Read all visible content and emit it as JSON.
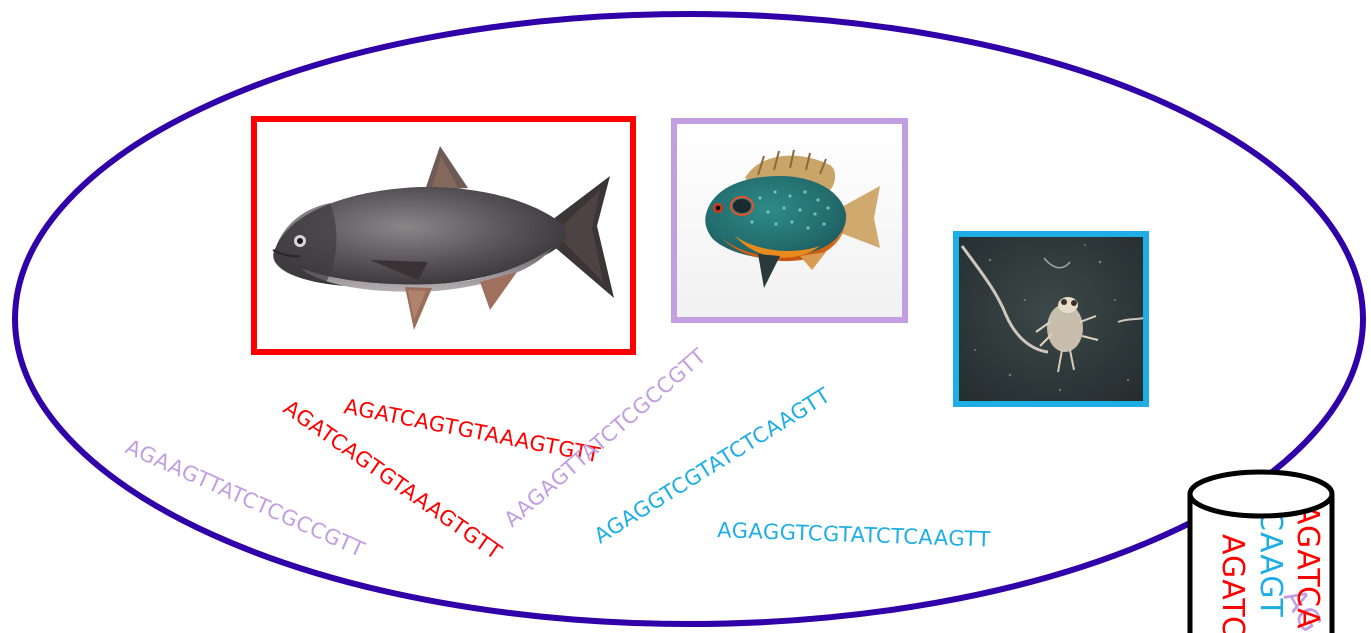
{
  "colors": {
    "ellipse": "#3000a8",
    "carp": "#ff0000",
    "sunfish": "#c19fe0",
    "zooplankton": "#1eaee5",
    "tube": "#000000"
  },
  "photos": {
    "carp": {
      "icon": "bighead-carp-photo",
      "frame_color": "#ff0000"
    },
    "sunfish": {
      "icon": "longear-sunfish-photo",
      "frame_color": "#c19fe0"
    },
    "zooplankton": {
      "icon": "zooplankton-micrograph",
      "frame_color": "#1eaee5"
    }
  },
  "sequences": [
    {
      "id": "red-1",
      "text": "AGATCAGTGTAAAGTGTT",
      "color": "#ff0000"
    },
    {
      "id": "red-2",
      "text": "AGATCAGTGTAAAGTGTT",
      "color": "#ff0000"
    },
    {
      "id": "purple-1",
      "text": "AGAAGTTATCTCGCCGTT",
      "color": "#c19fe0"
    },
    {
      "id": "purple-2",
      "text": "AAGAGTTATCTCGCCGTT",
      "color": "#c19fe0"
    },
    {
      "id": "blue-1",
      "text": "AGAGGTCGTATCTCAAGTT",
      "color": "#1eaee5"
    },
    {
      "id": "blue-2",
      "text": "AGAGGTCGTATCTCAAGTT",
      "color": "#1eaee5"
    }
  ],
  "tube": {
    "icon": "sample-tube",
    "fragments": [
      {
        "id": "tube-red-1",
        "text": "AGATC",
        "color": "#ff0000"
      },
      {
        "id": "tube-blue",
        "text": "CAAGT",
        "color": "#1eaee5"
      },
      {
        "id": "tube-purple",
        "text": "AG",
        "color": "#c19fe0"
      },
      {
        "id": "tube-red-2",
        "text": "AGATCA",
        "color": "#ff0000"
      }
    ]
  }
}
